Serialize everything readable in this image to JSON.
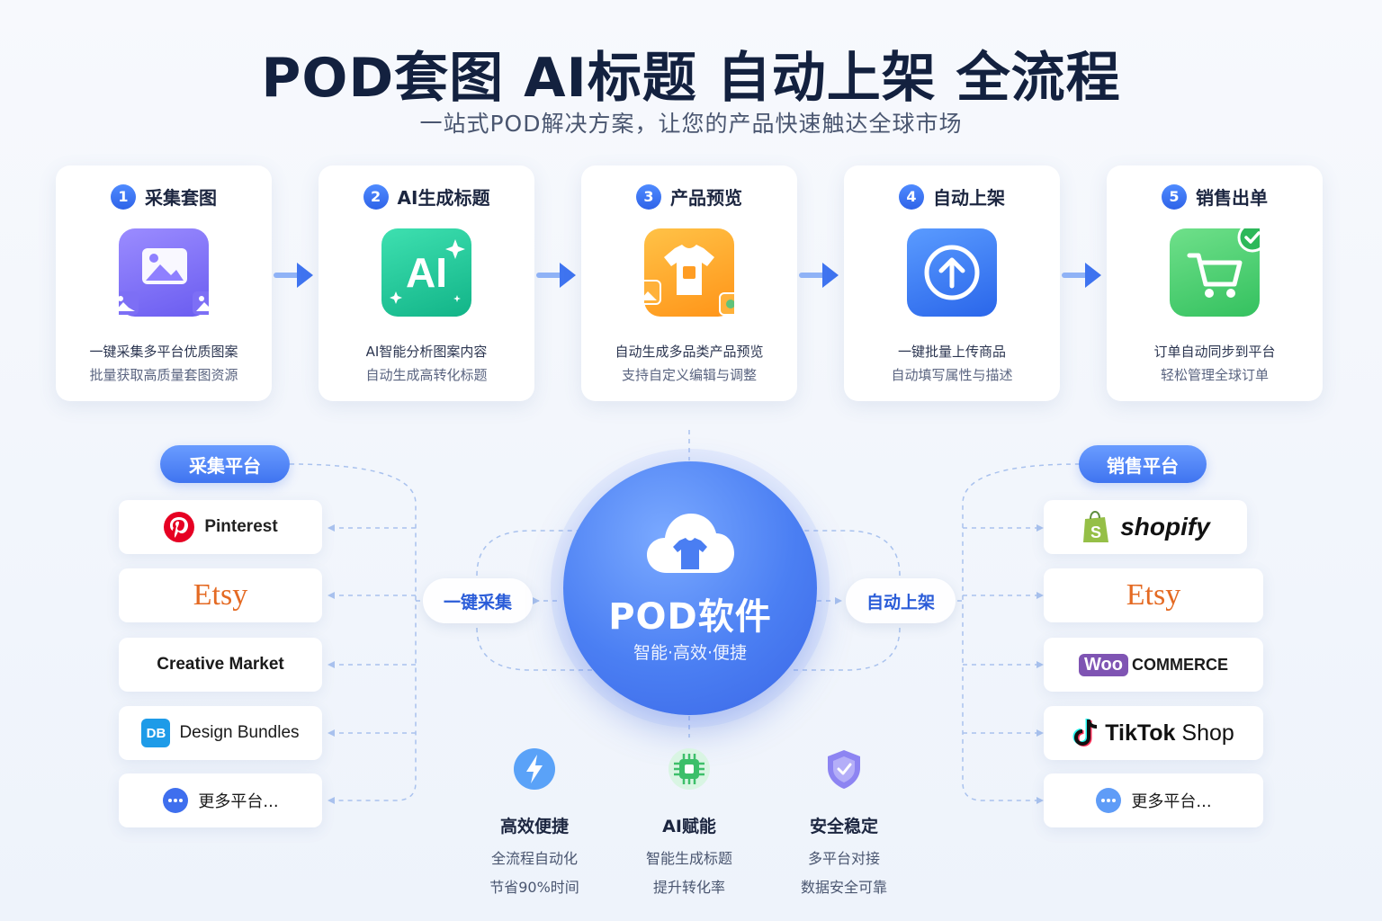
{
  "header": {
    "title": "POD套图 AI标题 自动上架 全流程",
    "subtitle": "一站式POD解决方案，让您的产品快速触达全球市场"
  },
  "steps": [
    {
      "num": "1",
      "title": "采集套图",
      "icon": "image-collection-icon",
      "line1": "一键采集多平台优质图案",
      "line2": "批量获取高质量套图资源",
      "color": "#7b6cf2"
    },
    {
      "num": "2",
      "title": "AI生成标题",
      "icon": "ai-sparkle-icon",
      "icon_text": "AI",
      "line1": "AI智能分析图案内容",
      "line2": "自动生成高转化标题",
      "color": "#1fc497"
    },
    {
      "num": "3",
      "title": "产品预览",
      "icon": "tshirt-preview-icon",
      "line1": "自动生成多品类产品预览",
      "line2": "支持自定义编辑与调整",
      "color": "#ffa41f"
    },
    {
      "num": "4",
      "title": "自动上架",
      "icon": "upload-icon",
      "line1": "一键批量上传商品",
      "line2": "自动填写属性与描述",
      "color": "#3a7cf5"
    },
    {
      "num": "5",
      "title": "销售出单",
      "icon": "shopping-cart-icon",
      "line1": "订单自动同步到平台",
      "line2": "轻松管理全球订单",
      "color": "#3fcb6b"
    }
  ],
  "left_panel": {
    "label": "采集平台",
    "chip": "一键采集",
    "platforms": [
      {
        "name": "Pinterest",
        "icon": "pinterest-icon"
      },
      {
        "name": "Etsy"
      },
      {
        "name": "Creative Market"
      },
      {
        "name": "Design Bundles",
        "icon": "design-bundles-icon",
        "icon_text": "DB"
      },
      {
        "name": "更多平台...",
        "icon": "more-dots-icon"
      }
    ]
  },
  "right_panel": {
    "label": "销售平台",
    "chip": "自动上架",
    "platforms": [
      {
        "name": "shopify",
        "icon": "shopify-bag-icon",
        "icon_text": "S"
      },
      {
        "name": "Etsy"
      },
      {
        "name": "WooCommerce",
        "badge": "Woo",
        "text": "COMMERCE"
      },
      {
        "name": "TikTok Shop",
        "icon": "tiktok-icon",
        "bold": "TikTok",
        "light": " Shop"
      },
      {
        "name": "更多平台...",
        "icon": "more-dots-icon"
      }
    ]
  },
  "hub": {
    "name": "POD软件",
    "tagline": "智能·高效·便捷",
    "icon": "cloud-tshirt-icon"
  },
  "features": [
    {
      "title": "高效便捷",
      "line1": "全流程自动化",
      "line2": "节省90%时间",
      "icon": "lightning-icon"
    },
    {
      "title": "AI赋能",
      "line1": "智能生成标题",
      "line2": "提升转化率",
      "icon": "chip-icon"
    },
    {
      "title": "安全稳定",
      "line1": "多平台对接",
      "line2": "数据安全可靠",
      "icon": "shield-icon"
    }
  ],
  "colors": {
    "accent": "#3f74f0",
    "title": "#13213f",
    "etsy": "#e46a23",
    "pinterest": "#e60023",
    "woo": "#7f54b3",
    "connector": "#a9c2ee"
  }
}
